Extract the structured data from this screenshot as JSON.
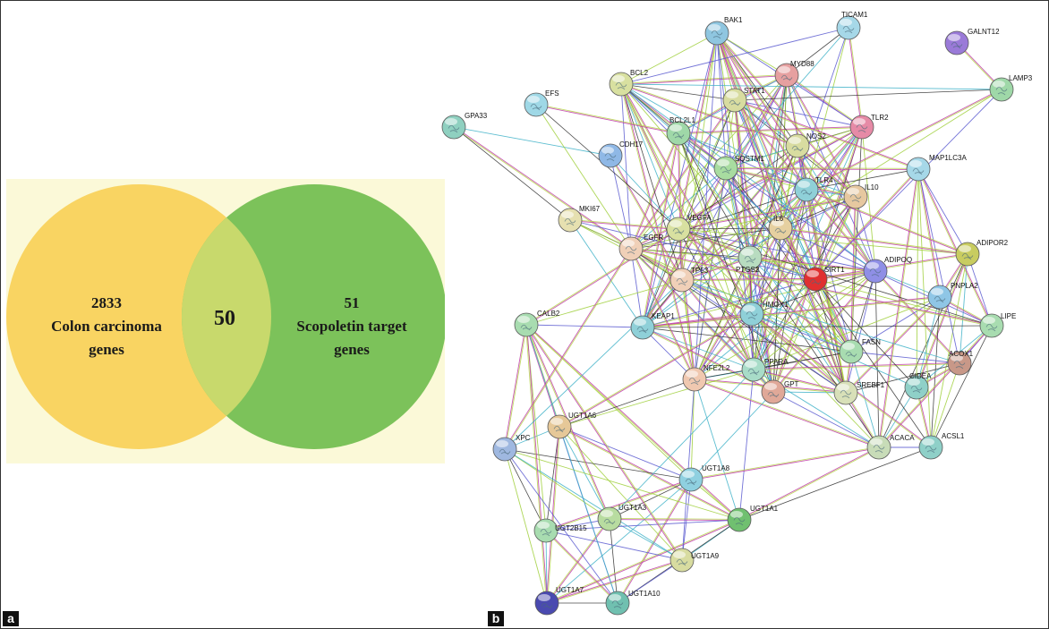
{
  "panels": {
    "a": "a",
    "b": "b"
  },
  "venn": {
    "left_count": "2833",
    "left_name": "Colon carcinoma",
    "left_suffix": "genes",
    "overlap_count": "50",
    "right_count": "51",
    "right_name": "Scopoletin target",
    "right_suffix": "genes",
    "left_color": "#f9d462",
    "right_color": "#7cc25a",
    "overlap_color": "#c8d96c"
  },
  "network": {
    "edge_colors": [
      "#b6d64a",
      "#9fcf3a",
      "#2b2b2b",
      "#c03aa8",
      "#3fb2c8",
      "#5a5ad0"
    ],
    "nodes": [
      {
        "id": "BAK1",
        "color": "#8fc6e0"
      },
      {
        "id": "TICAM1",
        "color": "#a6d8e8"
      },
      {
        "id": "GALNT12",
        "color": "#9a7ad8"
      },
      {
        "id": "MYD88",
        "color": "#e6a0a0"
      },
      {
        "id": "LAMP3",
        "color": "#9fd8a8"
      },
      {
        "id": "BCL2",
        "color": "#d8e0a0"
      },
      {
        "id": "EFS",
        "color": "#9fd8e6"
      },
      {
        "id": "STAT1",
        "color": "#d8dca0"
      },
      {
        "id": "TLR2",
        "color": "#e68aa6"
      },
      {
        "id": "GPA33",
        "color": "#8fd0c0"
      },
      {
        "id": "BCL2L1",
        "color": "#9fd8a8"
      },
      {
        "id": "NOS2",
        "color": "#d8dca0"
      },
      {
        "id": "CDH17",
        "color": "#8fb8e6"
      },
      {
        "id": "SQSTM1",
        "color": "#a8dca0"
      },
      {
        "id": "MAP1LC3A",
        "color": "#a6d8e8"
      },
      {
        "id": "TLR4",
        "color": "#8fd0d8"
      },
      {
        "id": "IL10",
        "color": "#e6c8a0"
      },
      {
        "id": "MKI67",
        "color": "#e6e0b0"
      },
      {
        "id": "VEGFA",
        "color": "#d8e0a0"
      },
      {
        "id": "IL6",
        "color": "#e6d0a0"
      },
      {
        "id": "EGFR",
        "color": "#f0d0b8"
      },
      {
        "id": "PTGS2",
        "color": "#b8dcc0"
      },
      {
        "id": "ADIPOR2",
        "color": "#c8cc60"
      },
      {
        "id": "SIRT1",
        "color": "#e03030"
      },
      {
        "id": "ADIPOQ",
        "color": "#8f8fe6"
      },
      {
        "id": "TP53",
        "color": "#f0d0b8"
      },
      {
        "id": "PNPLA2",
        "color": "#8fc6e6"
      },
      {
        "id": "CALB2",
        "color": "#a8dcb0"
      },
      {
        "id": "HMOX1",
        "color": "#8fd0d8"
      },
      {
        "id": "LIPE",
        "color": "#a8dcb0"
      },
      {
        "id": "KEAP1",
        "color": "#8fd0d8"
      },
      {
        "id": "FASN",
        "color": "#a8dcb0"
      },
      {
        "id": "ACOX1",
        "color": "#c89888"
      },
      {
        "id": "NFE2L2",
        "color": "#f0c8b0"
      },
      {
        "id": "PPARA",
        "color": "#a8dcc8"
      },
      {
        "id": "GPT",
        "color": "#e0a898"
      },
      {
        "id": "SREBF1",
        "color": "#d8e0b8"
      },
      {
        "id": "CIDEA",
        "color": "#8fd0c8"
      },
      {
        "id": "UGT1A6",
        "color": "#e6c898"
      },
      {
        "id": "XPC",
        "color": "#9fb8e0"
      },
      {
        "id": "ACACA",
        "color": "#c8dcb8"
      },
      {
        "id": "ACSL1",
        "color": "#8fd0c8"
      },
      {
        "id": "UGT1A8",
        "color": "#8fd0e0"
      },
      {
        "id": "UGT1A3",
        "color": "#b8dca0"
      },
      {
        "id": "UGT1A1",
        "color": "#70c070"
      },
      {
        "id": "UGT2B15",
        "color": "#a8dcb0"
      },
      {
        "id": "UGT1A9",
        "color": "#d8dca0"
      },
      {
        "id": "UGT1A7",
        "color": "#4a4ab0"
      },
      {
        "id": "UGT1A10",
        "color": "#70c0b0"
      }
    ]
  }
}
